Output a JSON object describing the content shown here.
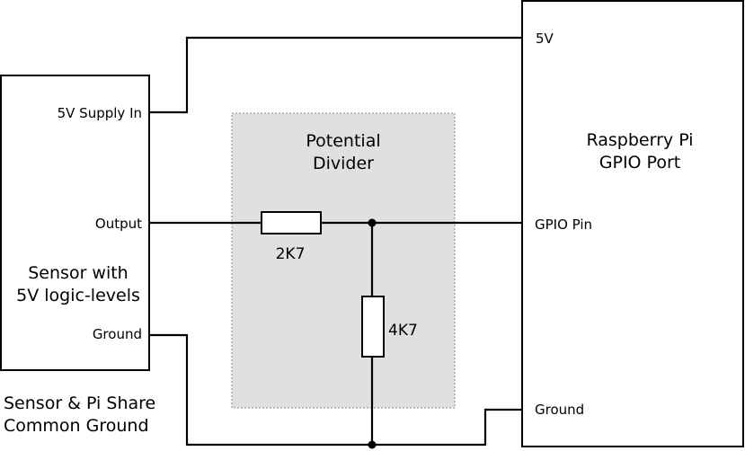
{
  "sensor": {
    "title_line1": "Sensor with",
    "title_line2": "5V logic-levels",
    "pin_supply": "5V Supply In",
    "pin_output": "Output",
    "pin_ground": "Ground"
  },
  "pi": {
    "title_line1": "Raspberry Pi",
    "title_line2": "GPIO Port",
    "pin_5v": "5V",
    "pin_gpio": "GPIO Pin",
    "pin_ground": "Ground"
  },
  "divider": {
    "label_line1": "Potential",
    "label_line2": "Divider",
    "r1_label": "2K7",
    "r2_label": "4K7"
  },
  "note": {
    "line1": "Sensor & Pi Share",
    "line2": "Common Ground"
  },
  "colors": {
    "divider_fill": "#e0e0e0",
    "line": "#000000"
  }
}
